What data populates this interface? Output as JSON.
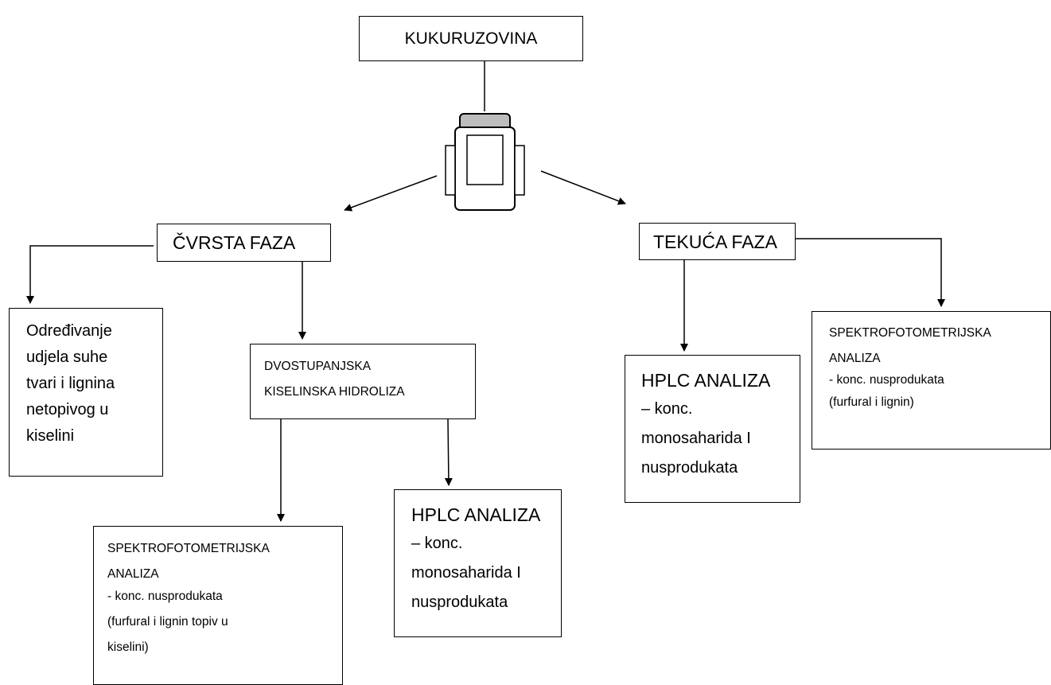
{
  "diagram": {
    "root": {
      "label": "KUKURUZOVINA"
    },
    "solid_phase": {
      "label": "ČVRSTA FAZA"
    },
    "liquid_phase": {
      "label": "TEKUĆA FAZA"
    },
    "dry_matter": {
      "lines": [
        "Određivanje",
        "udjela suhe",
        "tvari i lignina",
        "netopivog u",
        "kiselini"
      ]
    },
    "hydrolysis": {
      "lines": [
        "DVOSTUPANJSKA",
        "KISELINSKA HIDROLIZA"
      ]
    },
    "spectro_solid": {
      "lines": [
        "SPEKTROFOTOMETRIJSKA",
        "ANALIZA",
        "- konc. nusprodukata",
        "(furfural i lignin topiv u",
        "kiselini)"
      ]
    },
    "hplc_solid": {
      "lines": [
        "HPLC ANALIZA",
        "– konc.",
        "monosaharida I",
        "nusprodukata"
      ]
    },
    "hplc_liquid": {
      "lines": [
        "HPLC ANALIZA",
        "– konc.",
        "monosaharida I",
        "nusprodukata"
      ]
    },
    "spectro_liquid": {
      "lines": [
        "SPEKTROFOTOMETRIJSKA",
        "ANALIZA",
        "- konc. nusprodukata",
        "(furfural i lignin)"
      ]
    }
  }
}
